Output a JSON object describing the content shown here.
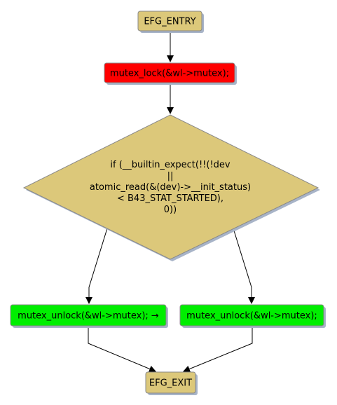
{
  "diagram": {
    "nodes": {
      "entry": {
        "label": "EFG_ENTRY",
        "fill": "#dcc87a"
      },
      "lock": {
        "label": "mutex_lock(&wl->mutex);",
        "fill": "#ff0000"
      },
      "condition": {
        "lines": [
          "if (__builtin_expect(!!(!dev",
          "||",
          "atomic_read(&(dev)->__init_status)",
          "< B43_STAT_STARTED),",
          "0))"
        ],
        "fill": "#dcc87a"
      },
      "unlock_left": {
        "label": "mutex_unlock(&wl->mutex); →",
        "fill": "#00ee00"
      },
      "unlock_right": {
        "label": "mutex_unlock(&wl->mutex);",
        "fill": "#00ee00"
      },
      "exit": {
        "label": "EFG_EXIT",
        "fill": "#dcc87a"
      }
    },
    "colors": {
      "shadow": "#a8b4c8",
      "border": "#888888",
      "edge": "#000000"
    }
  }
}
